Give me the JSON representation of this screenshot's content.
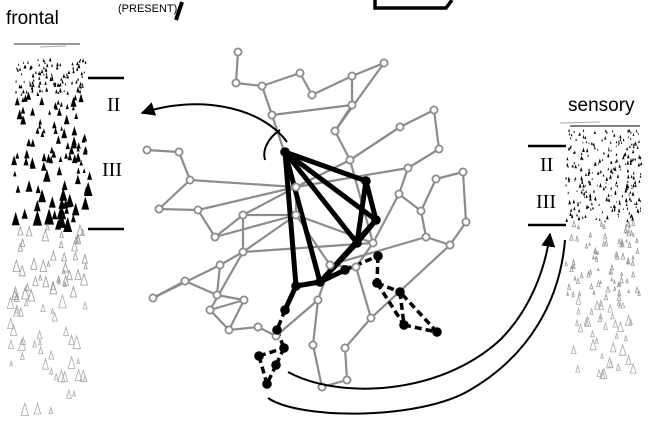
{
  "labels": {
    "present": "(PRESENT)",
    "frontal": "frontal",
    "sensory": "sensory",
    "frontal_layer_ii": "II",
    "frontal_layer_iii": "III",
    "sensory_layer_ii": "II",
    "sensory_layer_iii": "III"
  },
  "colors": {
    "active_network": "#000000",
    "inactive_network": "#8c8c8c",
    "background": "#ffffff"
  },
  "icons": {
    "top_arrow": "arrow-shaft-icon",
    "top_box": "open-box-icon"
  }
}
